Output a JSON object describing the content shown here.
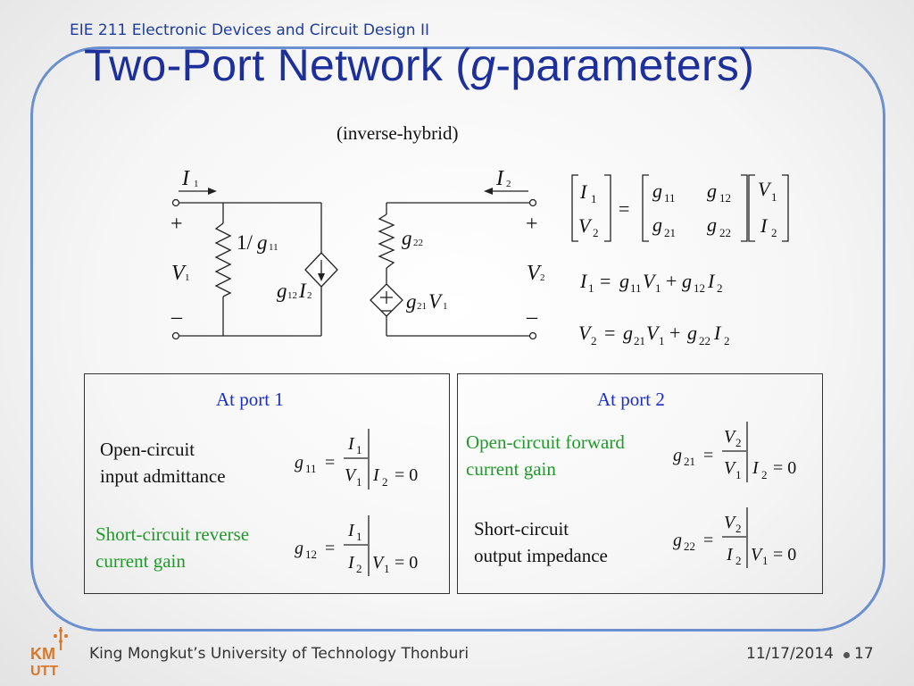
{
  "header": {
    "course": "EIE 211 Electronic Devices and Circuit Design II",
    "title_prefix": "Two-Port Network (",
    "title_g": "g",
    "title_suffix": "-parameters)",
    "subtitle": "(inverse-hybrid)"
  },
  "circuit": {
    "i1": "I",
    "i1_sub": "1",
    "i2": "I",
    "i2_sub": "2",
    "v1": "V",
    "v1_sub": "1",
    "v2": "V",
    "v2_sub": "2",
    "plus": "+",
    "minus": "–",
    "g11_label_prefix": "1/",
    "g11_label": "g",
    "g11_sub": "11",
    "g22_label": "g",
    "g22_sub": "22",
    "ccs_label": "g",
    "ccs_sub": "12",
    "ccs_i": "I",
    "ccs_i_sub": "2",
    "vcvs_label": "g",
    "vcvs_sub": "21",
    "vcvs_v": "V",
    "vcvs_v_sub": "1"
  },
  "equations": {
    "matrix_lhs": [
      "I",
      "1",
      "V",
      "2"
    ],
    "matrix_g": [
      "g",
      "11",
      "g",
      "12",
      "g",
      "21",
      "g",
      "22"
    ],
    "matrix_rhs": [
      "V",
      "1",
      "I",
      "2"
    ],
    "eq1": [
      "I",
      "1",
      "=",
      "g",
      "11",
      "V",
      "1",
      "+",
      "g",
      "12",
      "I",
      "2"
    ],
    "eq2": [
      "V",
      "2",
      "=",
      "g",
      "21",
      "V",
      "1",
      "+",
      "g",
      "22",
      "I",
      "2"
    ]
  },
  "port1": {
    "header": "At port 1",
    "oc_label_1": "Open-circuit",
    "oc_label_2": "input admittance",
    "sc_label_1": "Short-circuit reverse",
    "sc_label_2": "current gain",
    "g11": {
      "g": "g",
      "sub": "11",
      "num": "I",
      "num_sub": "1",
      "den": "V",
      "den_sub": "1",
      "cond": "I",
      "cond_sub": "2",
      "cond_val": "= 0"
    },
    "g12": {
      "g": "g",
      "sub": "12",
      "num": "I",
      "num_sub": "1",
      "den": "I",
      "den_sub": "2",
      "cond": "V",
      "cond_sub": "1",
      "cond_val": "= 0"
    }
  },
  "port2": {
    "header": "At port 2",
    "oc_label_1": "Open-circuit forward",
    "oc_label_2": "current gain",
    "sc_label_1": "Short-circuit",
    "sc_label_2": "output impedance",
    "g21": {
      "g": "g",
      "sub": "21",
      "num": "V",
      "num_sub": "2",
      "den": "V",
      "den_sub": "1",
      "cond": "I",
      "cond_sub": "2",
      "cond_val": "= 0"
    },
    "g22": {
      "g": "g",
      "sub": "22",
      "num": "V",
      "num_sub": "2",
      "den": "I",
      "den_sub": "2",
      "cond": "V",
      "cond_sub": "1",
      "cond_val": "= 0"
    }
  },
  "footer": {
    "logo_text_1": "KM",
    "logo_text_2": "UTT",
    "university": "King Mongkut’s University of Technology Thonburi",
    "date": "11/17/2014",
    "page": "17"
  },
  "colors": {
    "title": "#1c2f9b",
    "frame": "#6c8fd0",
    "port_header": "#1b2ec8",
    "green_label": "#1f9a2a",
    "logo": "#d9782a"
  }
}
